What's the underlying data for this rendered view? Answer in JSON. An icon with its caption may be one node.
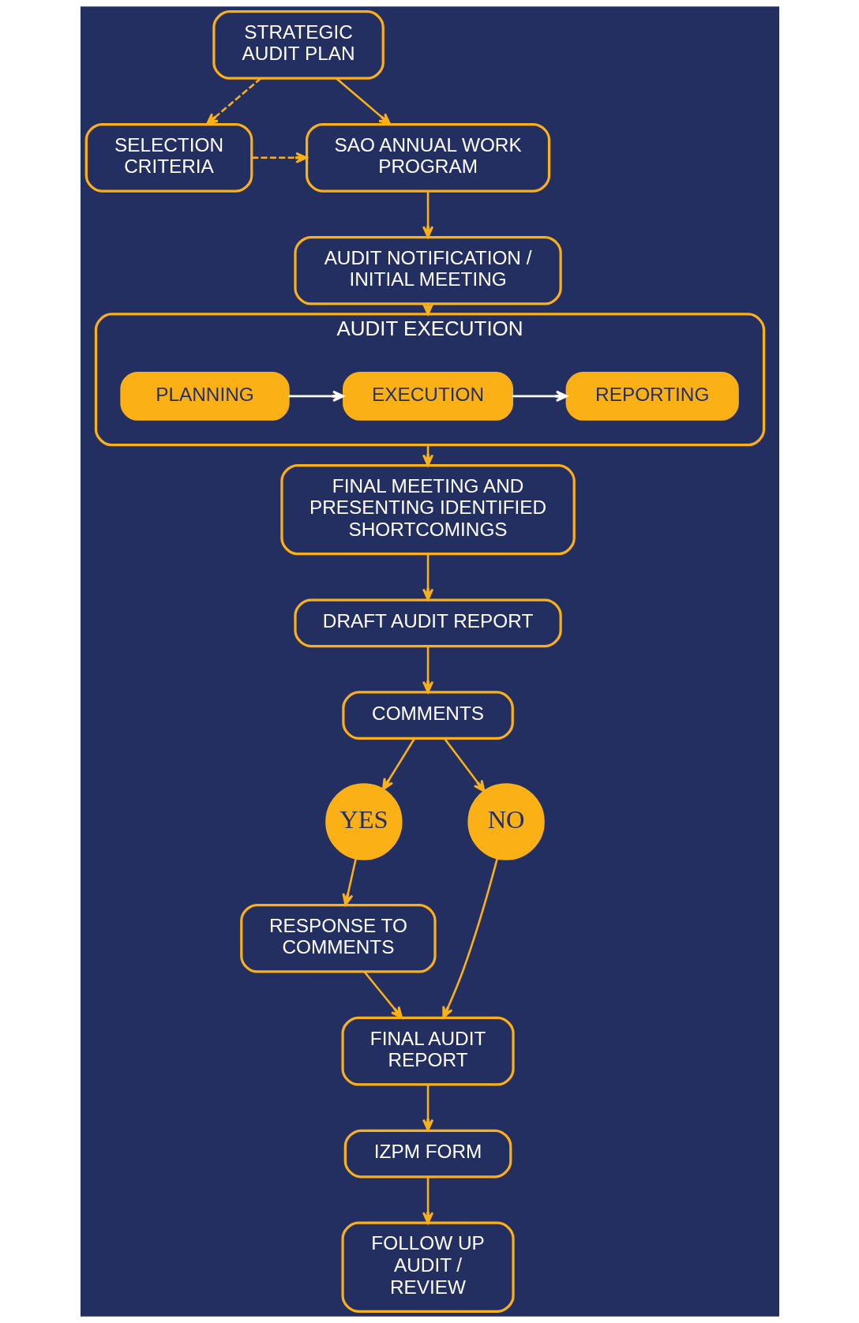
{
  "diagram": {
    "nodes": [
      {
        "text": [
          "STRATEGIC AUDIT PLAN"
        ]
      },
      {
        "text": [
          "SAO ANNUAL WORK PROGRAM"
        ]
      },
      {
        "text": [
          "SELECTION CRITERIA"
        ]
      },
      {
        "text": [
          "AUDIT NOTIFICATION / INITIAL MEETING"
        ]
      },
      {
        "text": [
          "AUDIT EXECUTION"
        ]
      },
      {
        "text": [
          "PLANNING"
        ],
        "in": 4
      },
      {
        "text": [
          "EXECUTION"
        ],
        "in": 4
      },
      {
        "text": [
          "REPORTING"
        ],
        "in": 4
      },
      {
        "text": [
          "FINAL MEETING AND PRESENTING IDENTIFIED SHORTCOMINGS"
        ]
      },
      {
        "text": [
          "FOLLOW UP AUDIT / REVIEW"
        ]
      },
      {
        "text": [
          "DRAFT AUDIT REPORT"
        ]
      },
      {
        "text": [
          "IZPM FORM"
        ]
      },
      {
        "text": [
          "COMMENTS"
        ]
      },
      {
        "text": [
          "YES"
        ]
      },
      {
        "text": [
          "NO"
        ]
      },
      {
        "text": [
          "RESPONSE TO COMMENTS"
        ]
      },
      {
        "text": [
          "FINAL AUDIT REPORT"
        ]
      }
    ],
    "edges": [
      {
        "from": 0,
        "to": 1,
        "arrow": "to"
      },
      {
        "from": 0,
        "to": 2,
        "arrow": "to",
        "style": "dashed"
      },
      {
        "from": 2,
        "to": 1,
        "arrow": "to",
        "style": "dashed"
      },
      {
        "from": 1,
        "to": 3,
        "arrow": "to"
      },
      {
        "from": 3,
        "to": 4,
        "arrow": "to"
      },
      {
        "from": 5,
        "to": 6,
        "arrow": "to",
        "color": "#ffffff"
      },
      {
        "from": 6,
        "to": 7,
        "arrow": "to",
        "color": "#ffffff"
      },
      {
        "from": 4,
        "to": 8,
        "arrow": "to"
      },
      {
        "from": 8,
        "to": 10,
        "arrow": "to"
      },
      {
        "from": 10,
        "to": 12,
        "arrow": "to"
      },
      {
        "from": 12,
        "to": 13,
        "arrow": "to"
      },
      {
        "from": 12,
        "to": 14,
        "arrow": "to"
      },
      {
        "from": 13,
        "to": 15,
        "arrow": "to"
      },
      {
        "from": 14,
        "to": 16,
        "arrow": "to"
      },
      {
        "from": 15,
        "to": 16,
        "arrow": "to"
      },
      {
        "from": 16,
        "to": 11,
        "arrow": "to"
      },
      {
        "from": 11,
        "to": 9,
        "arrow": "to"
      }
    ]
  }
}
